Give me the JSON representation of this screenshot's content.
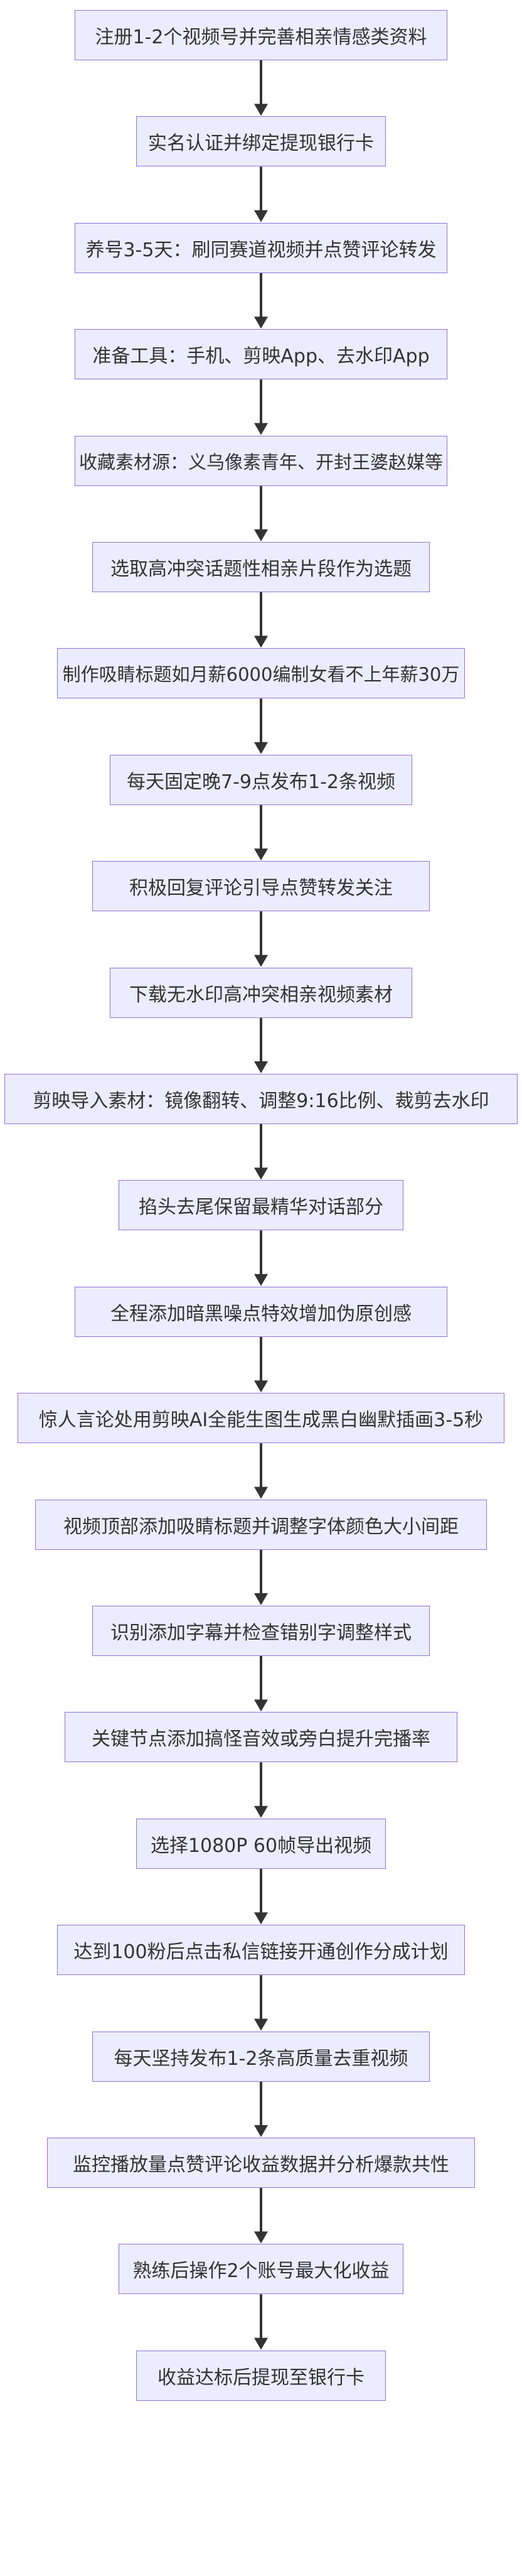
{
  "flowchart": {
    "direction": "top-down",
    "colors": {
      "node_fill": "#ECECFF",
      "node_border": "#9370DB",
      "node_text": "#333333",
      "edge": "#333333"
    },
    "steps": [
      "注册1-2个视频号并完善相亲情感类资料",
      "实名认证并绑定提现银行卡",
      "养号3-5天：刷同赛道视频并点赞评论转发",
      "准备工具：手机、剪映App、去水印App",
      "收藏素材源：义乌像素青年、开封王婆赵媒等",
      "选取高冲突话题性相亲片段作为选题",
      "制作吸睛标题如月薪6000编制女看不上年薪30万",
      "每天固定晚7-9点发布1-2条视频",
      "积极回复评论引导点赞转发关注",
      "下载无水印高冲突相亲视频素材",
      "剪映导入素材：镜像翻转、调整9:16比例、裁剪去水印",
      "掐头去尾保留最精华对话部分",
      "全程添加暗黑噪点特效增加伪原创感",
      "惊人言论处用剪映AI全能生图生成黑白幽默插画3-5秒",
      "视频顶部添加吸睛标题并调整字体颜色大小间距",
      "识别添加字幕并检查错别字调整样式",
      "关键节点添加搞怪音效或旁白提升完播率",
      "选择1080P 60帧导出视频",
      "达到100粉后点击私信链接开通创作分成计划",
      "每天坚持发布1-2条高质量去重视频",
      "监控播放量点赞评论收益数据并分析爆款共性",
      "熟练后操作2个账号最大化收益",
      "收益达标后提现至银行卡"
    ]
  }
}
